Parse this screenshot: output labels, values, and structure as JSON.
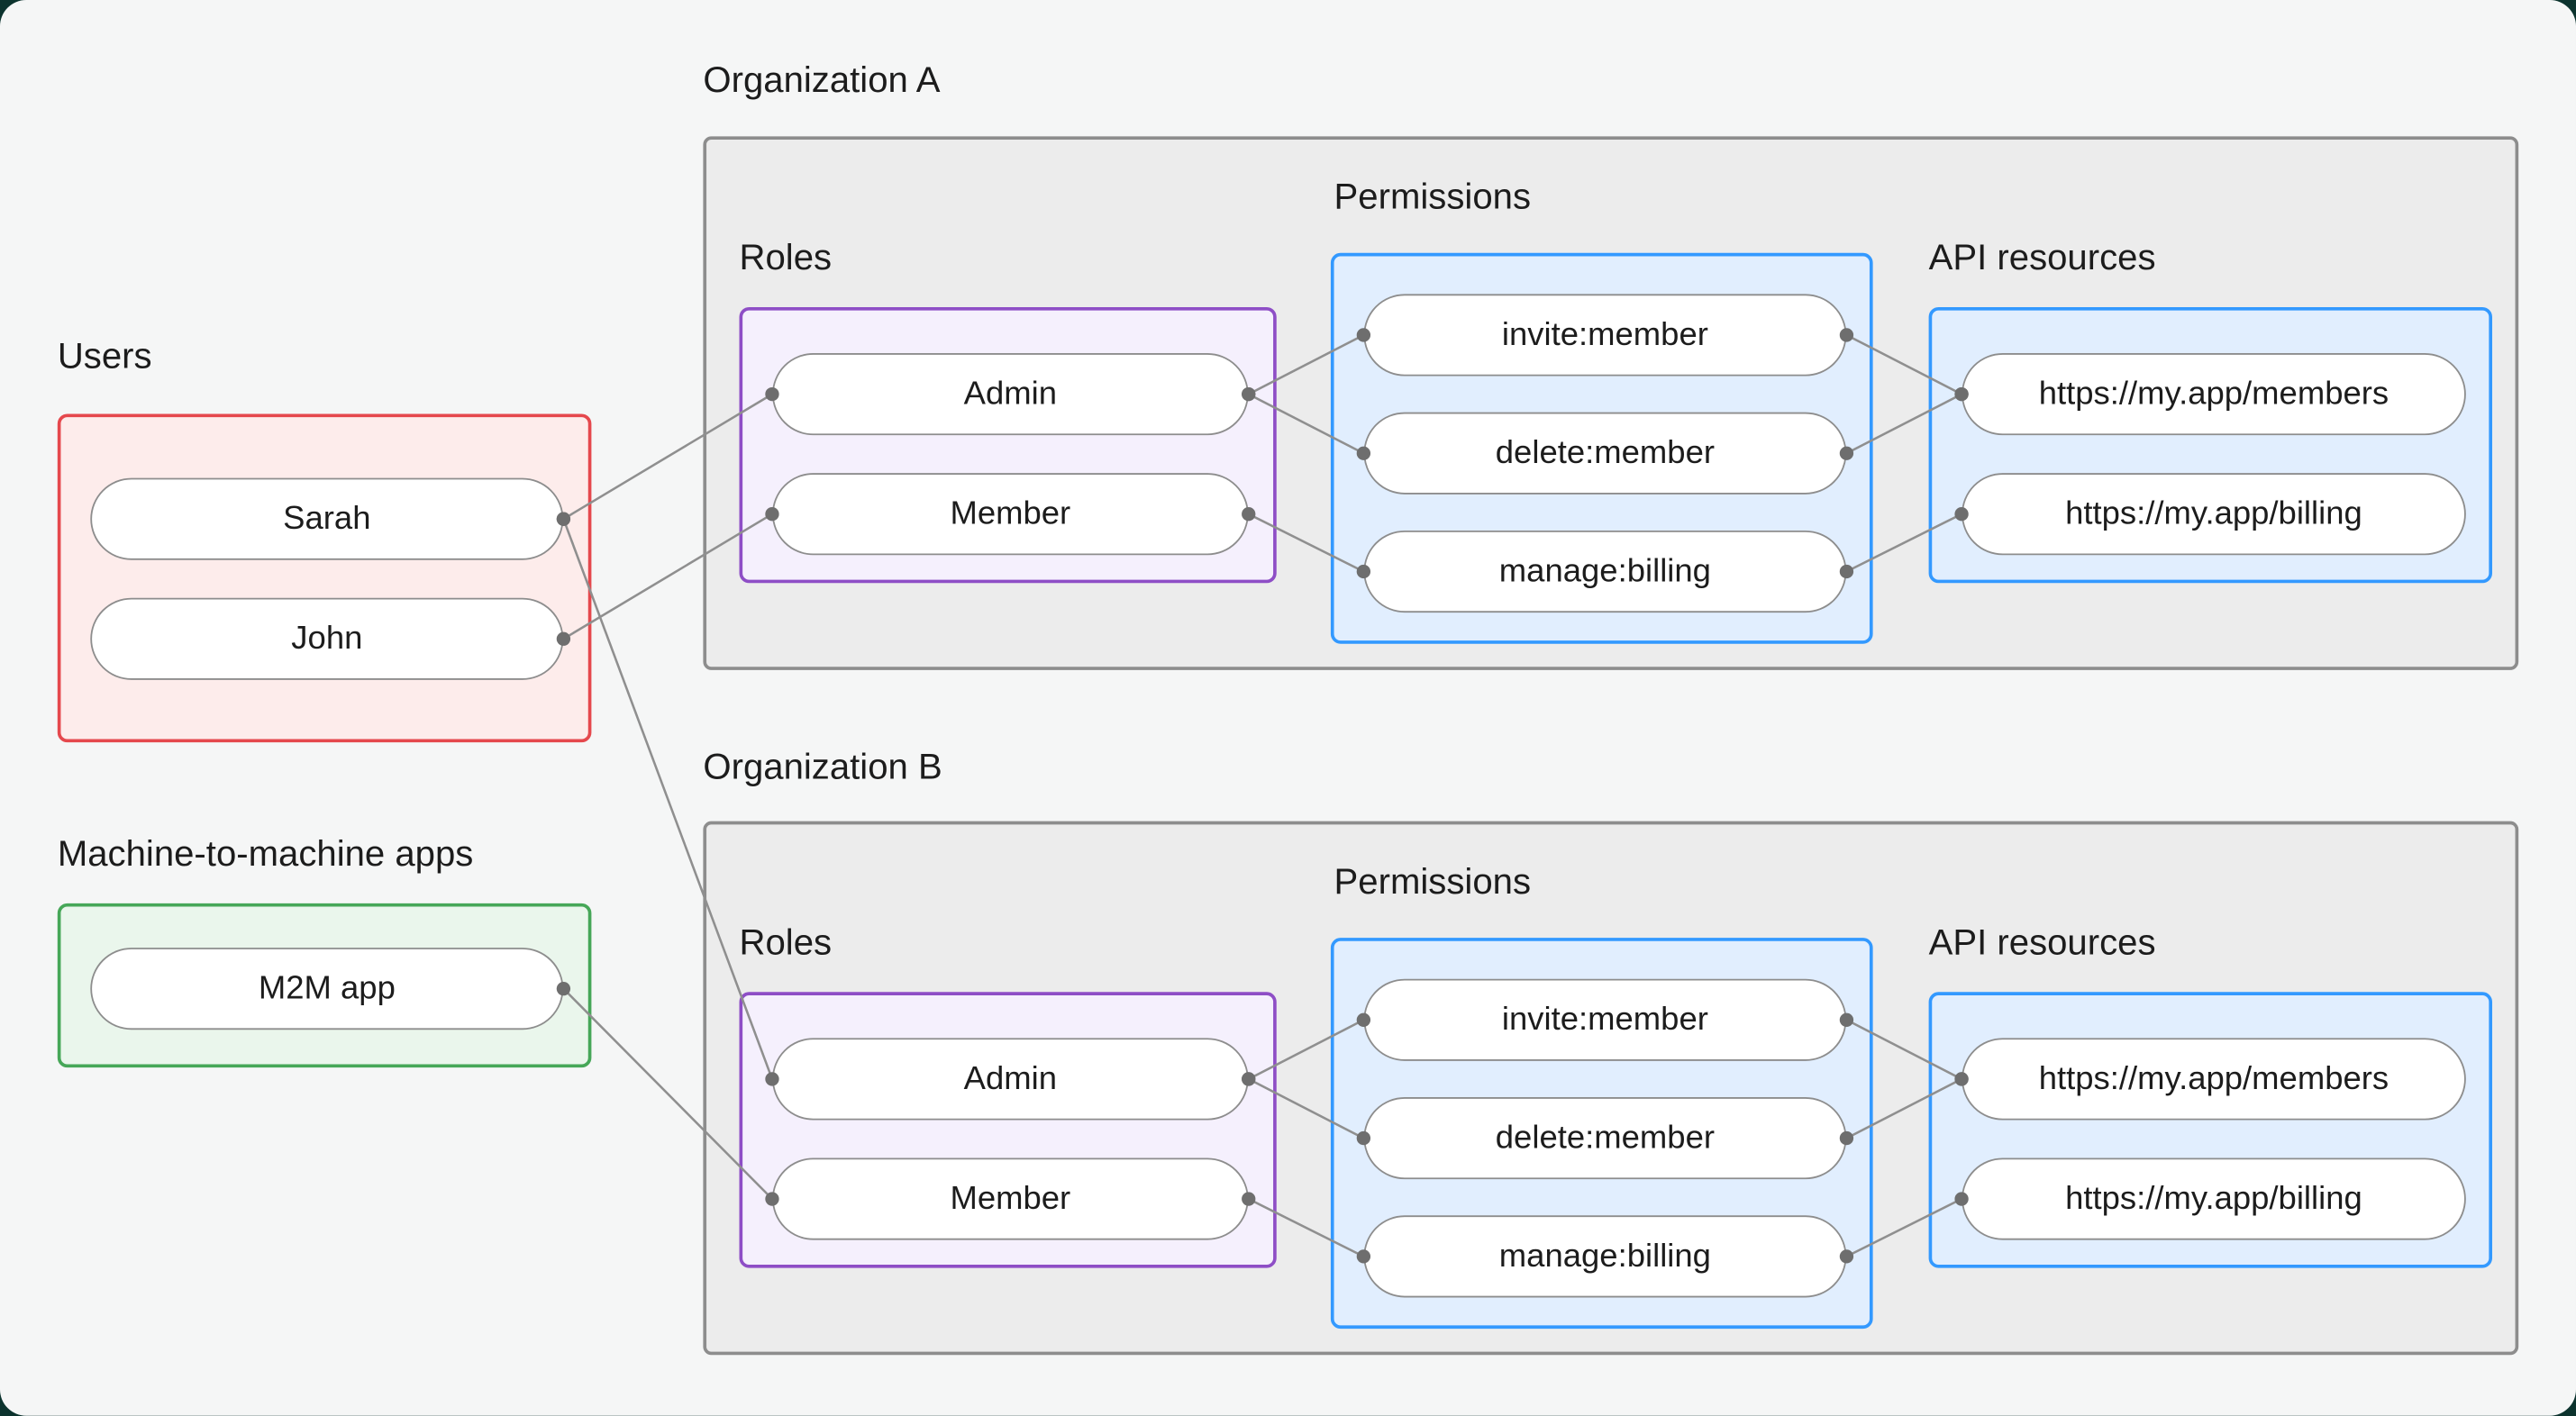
{
  "colors": {
    "canvas_corner": "#0c332e",
    "panel_bg": "#f5f6f6",
    "text": "#1c1c1c",
    "users_border": "#e5484d",
    "users_fill": "#fdeceb",
    "m2m_border": "#46a758",
    "m2m_fill": "#eaf6ec",
    "org_border": "#8d8d8d",
    "org_fill": "#ececec",
    "roles_border": "#8e4ec6",
    "roles_fill": "#f5f0fd",
    "blue_border": "#3399ff",
    "blue_fill": "#e1eefe",
    "pill_border": "#8d8d8d",
    "line": "#8f8f8f",
    "dot": "#6e6e6e"
  },
  "left_panel": {
    "users_label": "Users",
    "users": [
      {
        "id": "sarah",
        "label": "Sarah"
      },
      {
        "id": "john",
        "label": "John"
      }
    ],
    "m2m_label": "Machine-to-machine apps",
    "apps": [
      {
        "id": "m2m-app",
        "label": "M2M app"
      }
    ]
  },
  "organizations": [
    {
      "title": "Organization A",
      "roles_label": "Roles",
      "permissions_label": "Permissions",
      "api_label": "API resources",
      "roles": [
        {
          "id": "orgA-admin",
          "label": "Admin"
        },
        {
          "id": "orgA-member",
          "label": "Member"
        }
      ],
      "permissions": [
        {
          "id": "orgA-perm-invite",
          "label": "invite:member"
        },
        {
          "id": "orgA-perm-delete",
          "label": "delete:member"
        },
        {
          "id": "orgA-perm-manage",
          "label": "manage:billing"
        }
      ],
      "api_resources": [
        {
          "id": "orgA-api-members",
          "label": "https://my.app/members"
        },
        {
          "id": "orgA-api-billing",
          "label": "https://my.app/billing"
        }
      ]
    },
    {
      "title": "Organization B",
      "roles_label": "Roles",
      "permissions_label": "Permissions",
      "api_label": "API resources",
      "roles": [
        {
          "id": "orgB-admin",
          "label": "Admin"
        },
        {
          "id": "orgB-member",
          "label": "Member"
        }
      ],
      "permissions": [
        {
          "id": "orgB-perm-invite",
          "label": "invite:member"
        },
        {
          "id": "orgB-perm-delete",
          "label": "delete:member"
        },
        {
          "id": "orgB-perm-manage",
          "label": "manage:billing"
        }
      ],
      "api_resources": [
        {
          "id": "orgB-api-members",
          "label": "https://my.app/members"
        },
        {
          "id": "orgB-api-billing",
          "label": "https://my.app/billing"
        }
      ]
    }
  ],
  "edges": [
    {
      "from": "sarah",
      "to": "orgA-admin"
    },
    {
      "from": "john",
      "to": "orgA-member"
    },
    {
      "from": "sarah",
      "to": "orgB-admin"
    },
    {
      "from": "m2m-app",
      "to": "orgB-member"
    },
    {
      "from": "orgA-admin",
      "to": "orgA-perm-invite"
    },
    {
      "from": "orgA-admin",
      "to": "orgA-perm-delete"
    },
    {
      "from": "orgA-member",
      "to": "orgA-perm-manage"
    },
    {
      "from": "orgA-perm-invite",
      "to": "orgA-api-members"
    },
    {
      "from": "orgA-perm-delete",
      "to": "orgA-api-members"
    },
    {
      "from": "orgA-perm-manage",
      "to": "orgA-api-billing"
    },
    {
      "from": "orgB-admin",
      "to": "orgB-perm-invite"
    },
    {
      "from": "orgB-admin",
      "to": "orgB-perm-delete"
    },
    {
      "from": "orgB-member",
      "to": "orgB-perm-manage"
    },
    {
      "from": "orgB-perm-invite",
      "to": "orgB-api-members"
    },
    {
      "from": "orgB-perm-delete",
      "to": "orgB-api-members"
    },
    {
      "from": "orgB-perm-manage",
      "to": "orgB-api-billing"
    }
  ]
}
